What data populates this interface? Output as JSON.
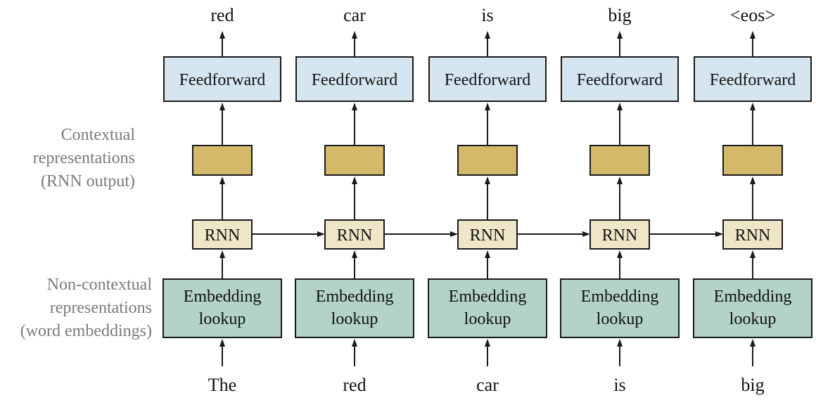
{
  "labels": {
    "contextual": [
      "Contextual",
      "representations",
      "(RNN output)"
    ],
    "non_contextual": [
      "Non-contextual",
      "representations",
      "(word embeddings)"
    ]
  },
  "blocks": {
    "feedforward": "Feedforward",
    "rnn": "RNN",
    "embedding": [
      "Embedding",
      "lookup"
    ]
  },
  "sequence": {
    "inputs": [
      "The",
      "red",
      "car",
      "is",
      "big"
    ],
    "outputs": [
      "red",
      "car",
      "is",
      "big",
      "<eos>"
    ]
  },
  "colors": {
    "feedforward_fill": "#d6e6f0",
    "context_fill": "#d5b96a",
    "rnn_fill": "#efe6c8",
    "embedding_fill": "#b4d3c7",
    "stroke": "#1a1a1a",
    "side_label_text": "#7a7a7a"
  }
}
